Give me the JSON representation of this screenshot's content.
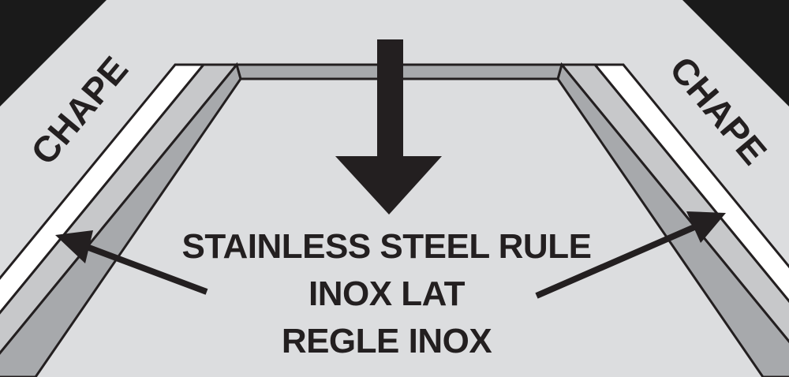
{
  "labels": {
    "left_chape": "CHAPE",
    "right_chape": "CHAPE",
    "line1": "STAINLESS STEEL RULE",
    "line2": "INOX LAT",
    "line3": "REGLE INOX"
  },
  "colors": {
    "background": "#dcdddf",
    "corner": "#1a1a1a",
    "strip_white": "#ffffff",
    "strip_light": "#c7c8ca",
    "strip_dark": "#a7a9ac",
    "ink": "#231f20"
  }
}
